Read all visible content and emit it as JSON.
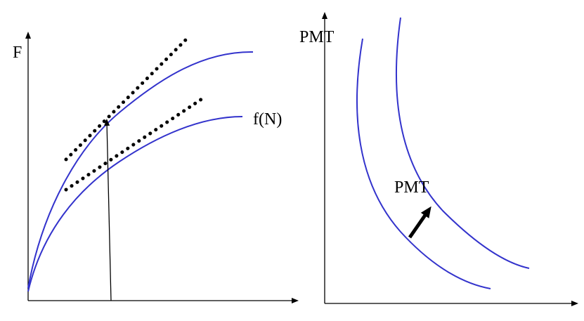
{
  "left_panel": {
    "y_axis_label": "F",
    "curve_label": "f(N)"
  },
  "right_panel": {
    "y_axis_label": "PMT",
    "shift_label": "PMT"
  },
  "colors": {
    "curve": "#3333cc",
    "axes": "#000000",
    "dots": "#000000"
  }
}
